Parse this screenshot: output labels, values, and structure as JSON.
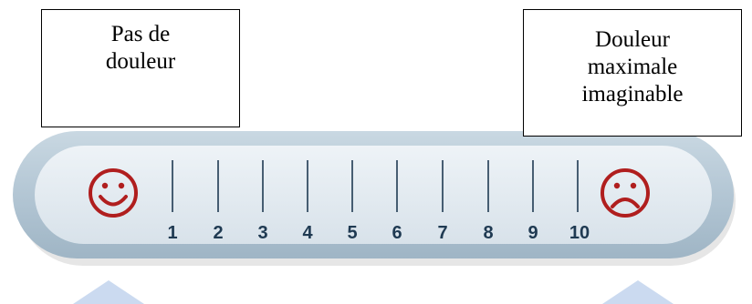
{
  "labels": {
    "left": [
      "Pas de",
      "douleur"
    ],
    "right": [
      "Douleur",
      "maximale",
      "imaginable"
    ]
  },
  "scale": {
    "ticks": [
      "1",
      "2",
      "3",
      "4",
      "5",
      "6",
      "7",
      "8",
      "9",
      "10"
    ],
    "left_face": "happy-face-icon",
    "right_face": "sad-face-icon"
  },
  "colors": {
    "face": "#b01e1e",
    "tick": "#1f3a52",
    "bar_outer": "#b9cbd8",
    "bar_inner": "#dfe7ee",
    "pointer": "#cbdaf0"
  }
}
